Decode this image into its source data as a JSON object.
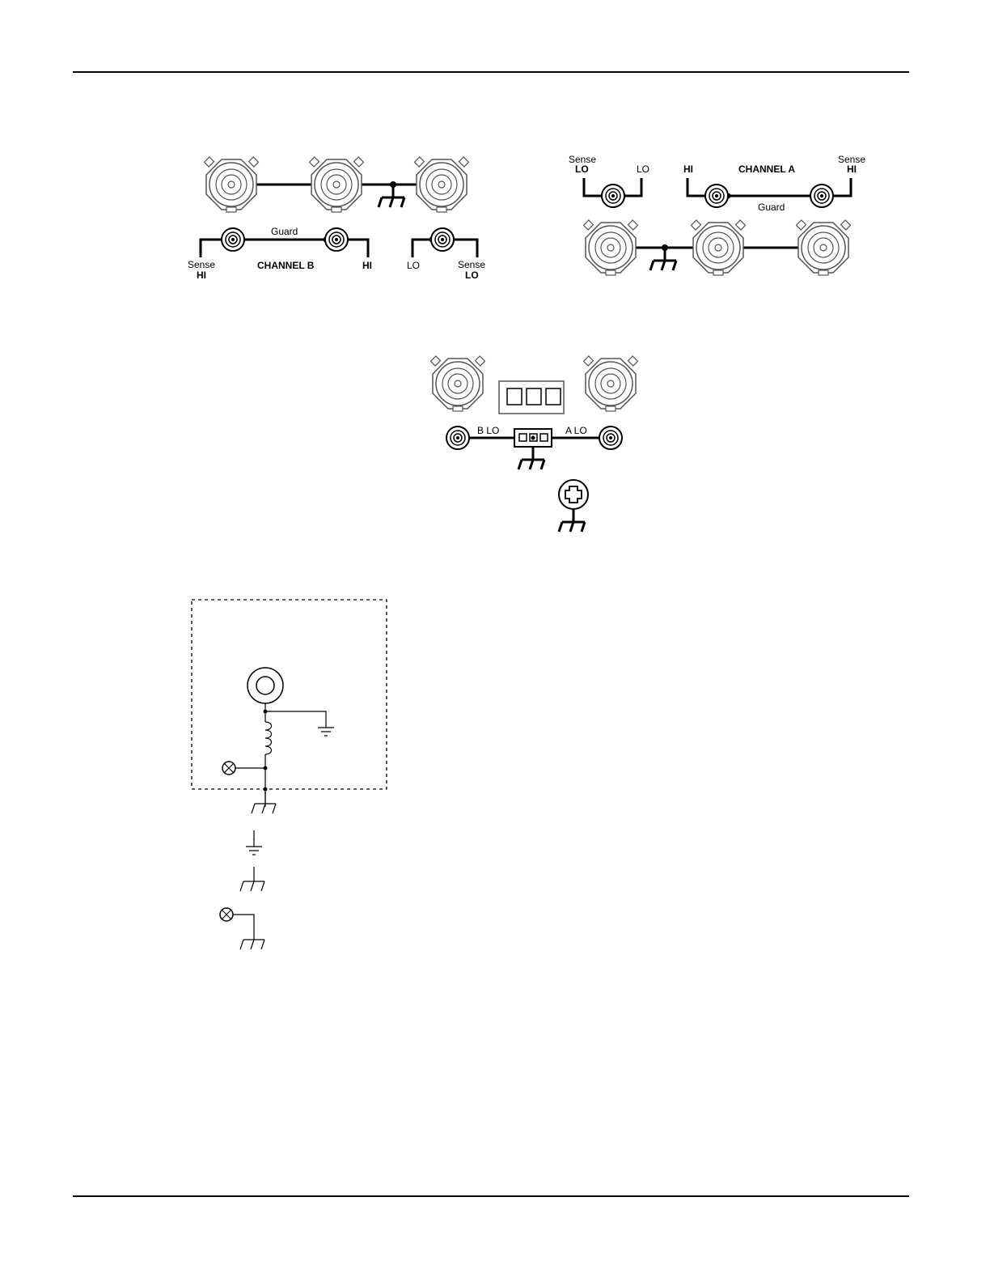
{
  "top_figure_left": {
    "guard_label": "Guard",
    "channel_label": "CHANNEL  B",
    "sense_hi_line1": "Sense",
    "sense_hi_line2": "HI",
    "hi_label": "HI",
    "lo_label": "LO",
    "sense_lo_line1": "Sense",
    "sense_lo_line2": "LO"
  },
  "top_figure_right": {
    "sense_lo_line1": "Sense",
    "sense_lo_line2": "LO",
    "lo_label": "LO",
    "hi_label": "HI",
    "channel_label": "CHANNEL  A",
    "sense_hi_line1": "Sense",
    "sense_hi_line2": "HI",
    "guard_label": "Guard"
  },
  "middle_figure": {
    "b_lo_label": "B  LO",
    "a_lo_label": "A  LO"
  },
  "colors": {
    "line": "#000000",
    "connector_outline": "#555555",
    "background": "#ffffff"
  }
}
